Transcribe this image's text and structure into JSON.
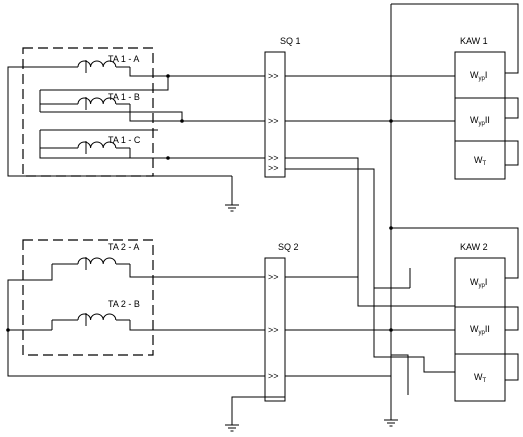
{
  "diagram": {
    "ta1": {
      "a": "TA 1 - A",
      "b": "TA 1 - B",
      "c": "TA 1 - C"
    },
    "ta2": {
      "a": "TA 2 - A",
      "b": "TA 2 - B"
    },
    "sq1": {
      "title": "SQ 1"
    },
    "sq2": {
      "title": "SQ 2"
    },
    "kaw1": {
      "title": "KAW 1",
      "coils": [
        {
          "main": "W",
          "sub": "yp",
          "suffix": "I"
        },
        {
          "main": "W",
          "sub": "yp",
          "suffix": "II"
        },
        {
          "main": "W",
          "sub": "T",
          "suffix": ""
        }
      ]
    },
    "kaw2": {
      "title": "KAW 2",
      "coils": [
        {
          "main": "W",
          "sub": "yp",
          "suffix": "I"
        },
        {
          "main": "W",
          "sub": "yp",
          "suffix": "II"
        },
        {
          "main": "W",
          "sub": "T",
          "suffix": ""
        }
      ]
    },
    "arrow_glyph": ">>"
  }
}
